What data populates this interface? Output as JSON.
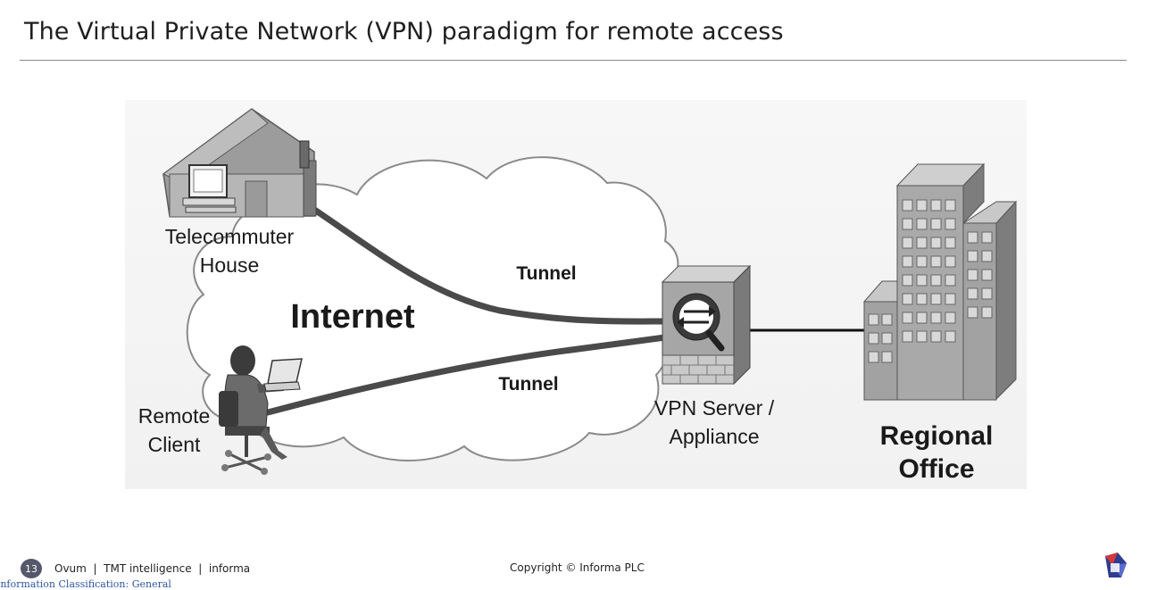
{
  "slide": {
    "title": "The Virtual Private Network (VPN) paradigm for remote access"
  },
  "diagram": {
    "nodes": {
      "telecommuter": {
        "line1": "Telecommuter",
        "line2": "House",
        "icon": "house-with-computer-icon"
      },
      "remote": {
        "line1": "Remote",
        "line2": "Client",
        "icon": "person-with-laptop-icon"
      },
      "vpn": {
        "line1": "VPN Server /",
        "line2": "Appliance",
        "icon": "vpn-appliance-icon"
      },
      "office": {
        "line1": "Regional",
        "line2": "Office",
        "icon": "office-building-icon"
      }
    },
    "cloud_label": "Internet",
    "tunnels": [
      {
        "label": "Tunnel"
      },
      {
        "label": "Tunnel"
      }
    ]
  },
  "footer": {
    "page_number": "13",
    "brand": "Ovum  |  TMT intelligence  |  informa",
    "copyright": "Copyright © Informa PLC",
    "classification": "Information Classification: General"
  },
  "colors": {
    "title": "#1f1f1f",
    "badge": "#55586b",
    "classification": "#2f55a4",
    "tunnel": "#4a4a4a"
  }
}
